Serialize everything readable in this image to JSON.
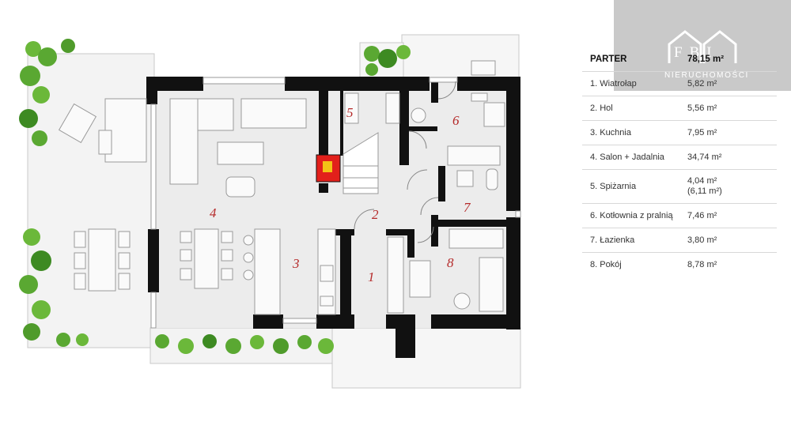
{
  "logo": {
    "letters": "FBI",
    "caption": "NIERUCHOMOŚCI"
  },
  "table": {
    "header": {
      "name": "PARTER",
      "area": "78,15 m²"
    },
    "rows": [
      {
        "name": "1. Wiatrołap",
        "area": "5,82 m²"
      },
      {
        "name": "2. Hol",
        "area": "5,56 m²"
      },
      {
        "name": "3. Kuchnia",
        "area": "7,95 m²"
      },
      {
        "name": "4. Salon + Jadalnia",
        "area": "34,74 m²"
      },
      {
        "name": "5. Spiżarnia",
        "area": "4,04 m²",
        "area2": "(6,11 m²)"
      },
      {
        "name": "6. Kotłownia z pralnią",
        "area": "7,46 m²"
      },
      {
        "name": "7. Łazienka",
        "area": "3,80 m²"
      },
      {
        "name": "8. Pokój",
        "area": "8,78 m²"
      }
    ]
  },
  "plan": {
    "room_numbers": [
      "1",
      "2",
      "3",
      "4",
      "5",
      "6",
      "7",
      "8"
    ],
    "colors": {
      "wall": "#111111",
      "floor": "#ececec",
      "terrace": "#f3f3f3",
      "plant": "#5aa832",
      "plant_dark": "#3d8a22",
      "room_number": "#b52a2a",
      "logo_bg": "#c9c9c9"
    }
  }
}
